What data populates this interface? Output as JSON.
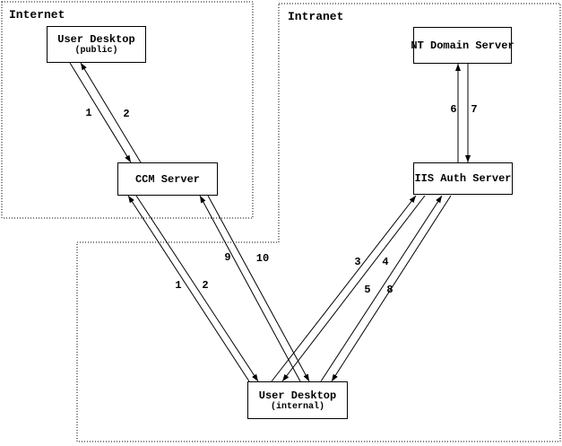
{
  "zones": {
    "internet": {
      "label": "Internet"
    },
    "intranet": {
      "label": "Intranet"
    }
  },
  "nodes": {
    "user_desktop_public": {
      "title": "User Desktop",
      "subtitle": "(public)"
    },
    "ccm_server": {
      "title": "CCM Server"
    },
    "nt_domain_server": {
      "title": "NT Domain Server"
    },
    "iis_auth_server": {
      "title": "IIS Auth Server"
    },
    "user_desktop_internal": {
      "title": "User Desktop",
      "subtitle": "(internal)"
    }
  },
  "flows": [
    {
      "step": "1",
      "from": "User Desktop (public)",
      "to": "CCM Server"
    },
    {
      "step": "2",
      "from": "CCM Server",
      "to": "User Desktop (public)"
    },
    {
      "step": "1",
      "from": "User Desktop (internal)",
      "to": "CCM Server"
    },
    {
      "step": "2",
      "from": "CCM Server",
      "to": "User Desktop (internal)"
    },
    {
      "step": "9",
      "from": "User Desktop (internal)",
      "to": "CCM Server"
    },
    {
      "step": "10",
      "from": "CCM Server",
      "to": "User Desktop (internal)"
    },
    {
      "step": "3",
      "from": "User Desktop (internal)",
      "to": "IIS Auth Server"
    },
    {
      "step": "4",
      "from": "IIS Auth Server",
      "to": "User Desktop (internal)"
    },
    {
      "step": "5",
      "from": "User Desktop (internal)",
      "to": "IIS Auth Server"
    },
    {
      "step": "8",
      "from": "IIS Auth Server",
      "to": "User Desktop (internal)"
    },
    {
      "step": "6",
      "from": "IIS Auth Server",
      "to": "NT Domain Server"
    },
    {
      "step": "7",
      "from": "NT Domain Server",
      "to": "IIS Auth Server"
    }
  ],
  "colors": {
    "line": "#000000",
    "background": "#ffffff"
  }
}
